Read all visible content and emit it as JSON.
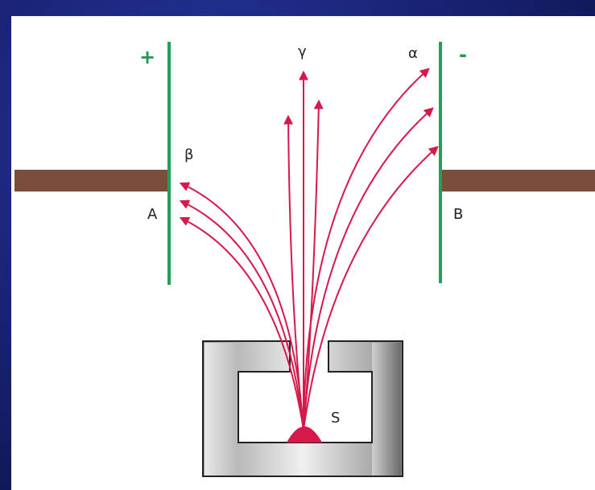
{
  "diagram": {
    "labels": {
      "plus": "+",
      "minus": "-",
      "gamma": "γ",
      "alpha": "α",
      "beta": "β",
      "plate_a": "A",
      "plate_b": "B",
      "source": "S"
    },
    "colors": {
      "plate": "#21a05a",
      "rays": "#d6184a",
      "bar": "#7a4e3a",
      "lead": "#8a8a8a"
    }
  }
}
